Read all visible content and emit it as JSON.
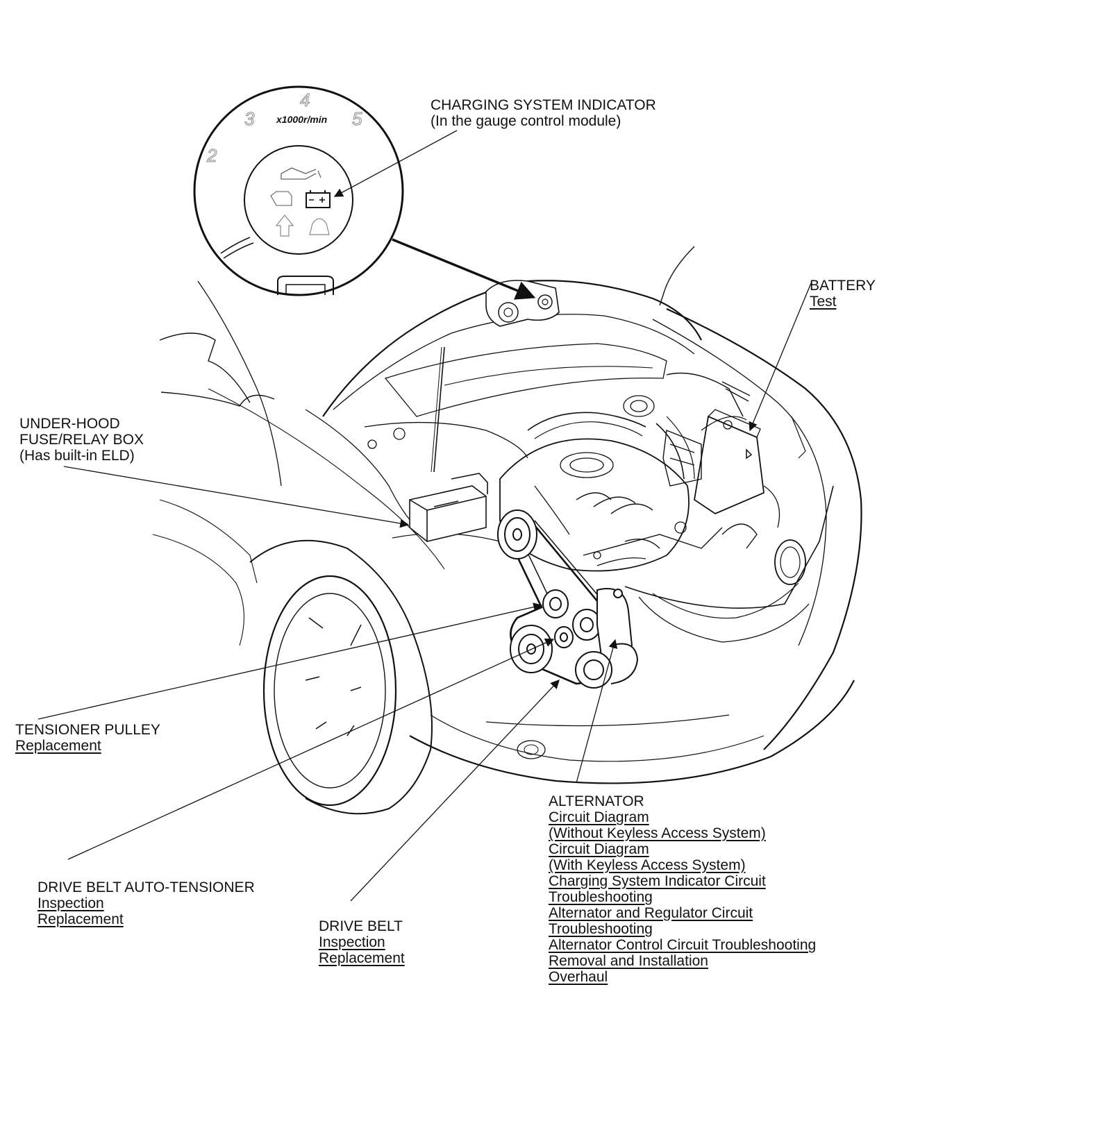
{
  "gauge": {
    "tick_2": "2",
    "tick_3": "3",
    "tick_4": "4",
    "tick_5": "5",
    "unit": "x1000r/min"
  },
  "callouts": {
    "charging_indicator": {
      "title": "CHARGING SYSTEM INDICATOR",
      "subtitle": "(In the gauge control module)"
    },
    "battery": {
      "title": "BATTERY",
      "links": [
        "Test"
      ]
    },
    "fuse_box": {
      "line1": "UNDER-HOOD",
      "line2": "FUSE/RELAY BOX",
      "line3": "(Has built-in ELD)"
    },
    "tensioner_pulley": {
      "title": "TENSIONER PULLEY",
      "links": [
        "Replacement"
      ]
    },
    "auto_tensioner": {
      "title": "DRIVE BELT AUTO-TENSIONER",
      "links": [
        "Inspection",
        "Replacement"
      ]
    },
    "drive_belt": {
      "title": "DRIVE BELT",
      "links": [
        "Inspection",
        "Replacement"
      ]
    },
    "alternator": {
      "title": "ALTERNATOR",
      "links": [
        "Circuit Diagram",
        "(Without Keyless Access System)",
        "Circuit Diagram",
        "(With Keyless Access System)",
        "Charging System Indicator Circuit",
        "Troubleshooting",
        "Alternator and Regulator Circuit",
        "Troubleshooting",
        "Alternator Control Circuit Troubleshooting",
        "Removal and Installation",
        "Overhaul"
      ]
    }
  },
  "colors": {
    "line": "#111111",
    "faint": "#9a9a9a"
  }
}
